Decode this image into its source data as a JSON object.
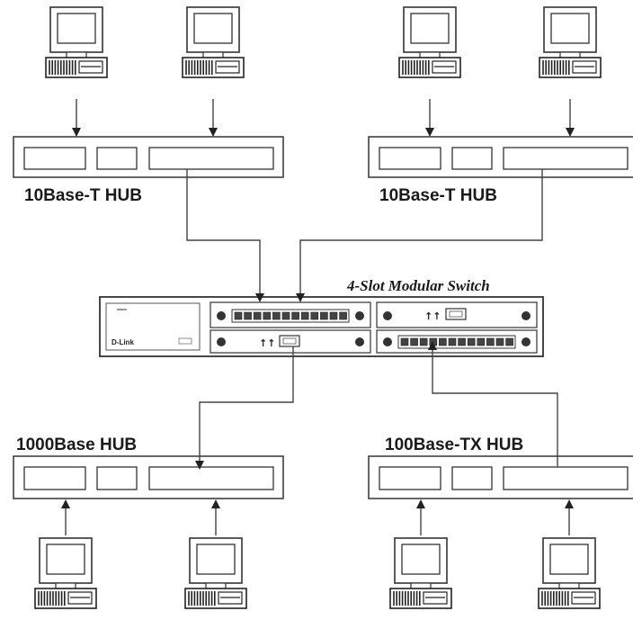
{
  "hubs": [
    {
      "label": "10Base-T HUB"
    },
    {
      "label": "10Base-T HUB"
    },
    {
      "label": "1000Base HUB"
    },
    {
      "label": "100Base-TX HUB"
    }
  ],
  "switch": {
    "title": "4-Slot Modular Switch",
    "brand": "D-Link"
  },
  "colors": {
    "stroke": "#333333",
    "wire": "#444444",
    "background": "#ffffff"
  },
  "icons": [
    "computer-icon",
    "monitor-icon",
    "system-unit-icon",
    "arrow-icon"
  ]
}
